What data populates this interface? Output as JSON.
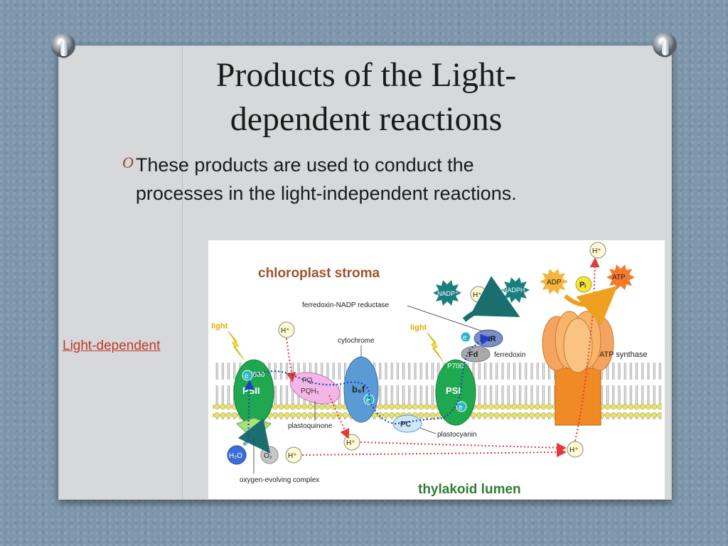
{
  "slide": {
    "title_line1": "Products of the Light-",
    "title_line2": "dependent reactions",
    "bullet_marker": "O",
    "bullet_text": "These products are used to conduct the processes in the light-independent reactions.",
    "link_text": "Light-dependent"
  },
  "diagram": {
    "stroma_label": "chloroplast stroma",
    "lumen_label": "thylakoid lumen",
    "ferredoxin_nadp_reductase": "ferredoxin-NADP reductase",
    "cytochrome": "cytochrome",
    "atp_synthase": "ATP synthase",
    "ferredoxin": "ferredoxin",
    "plastoquinone": "plastoquinone",
    "plastocyanin": "plastocyanin",
    "oxygen_evolving_complex": "oxygen-evolving complex",
    "light": "light",
    "p680": "P680",
    "p700": "P700",
    "psii": "PSII",
    "psi": "PSI",
    "pq": "PQ",
    "pqh2": "PQH₂",
    "b6f": "b₆f",
    "pc": "PC",
    "fd": "Fd",
    "fnr": "FNR",
    "electron": "e",
    "proton": "H⁺",
    "nadp": "NADP⁺",
    "nadph": "NADPH",
    "adp": "ADP",
    "pi": "Pᵢ",
    "atp": "ATP",
    "water": "H₂O",
    "oxygen": "O₂"
  },
  "colors": {
    "title": "#1a1a1a",
    "link": "#c0392b",
    "stroma_label": "#a0522d",
    "lumen_label": "#2e7d32",
    "photosystem": "#1fa84f",
    "cytochrome": "#5b9bd5",
    "plastoquinone": "#f3b6e6",
    "atp_synthase": "#f4a460",
    "membrane_head": "#e9e36a",
    "proton_arrow": "#e53935",
    "electron_arrow": "#1e3fbf"
  }
}
